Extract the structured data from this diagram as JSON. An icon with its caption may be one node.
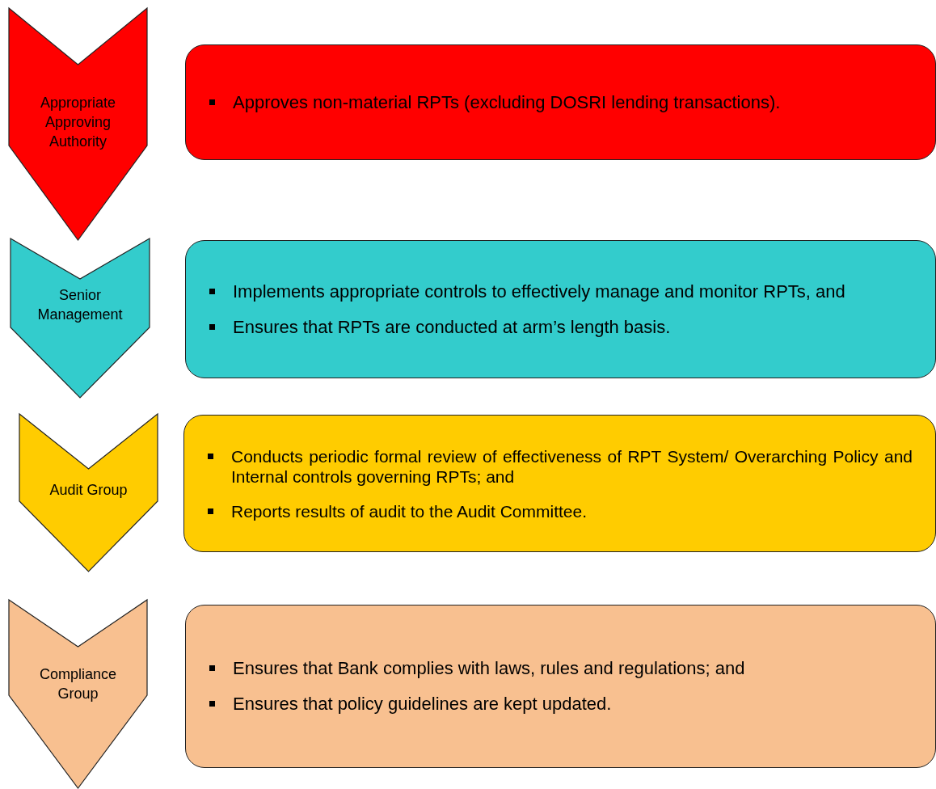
{
  "diagram": {
    "nodes": [
      {
        "text": [
          "Appropriate Approving Authority"
        ]
      },
      {
        "text": [
          "Approves non-material RPTs (excluding DOSRI lending transactions)."
        ]
      },
      {
        "text": [
          "Senior Management"
        ]
      },
      {
        "text": [
          "Implements appropriate controls to effectively manage and monitor RPTs, and",
          "Ensures that RPTs are conducted at arm’s length basis."
        ]
      },
      {
        "text": [
          "Audit Group"
        ]
      },
      {
        "text": [
          "Conducts periodic formal review of effectiveness of RPT System/ Overarching Policy and Internal controls governing RPTs; and",
          "Reports results of audit to the Audit Committee."
        ]
      },
      {
        "text": [
          "Compliance Group"
        ]
      },
      {
        "text": [
          "Ensures that Bank complies with laws, rules and regulations; and",
          "Ensures that policy guidelines are kept updated."
        ]
      }
    ]
  }
}
